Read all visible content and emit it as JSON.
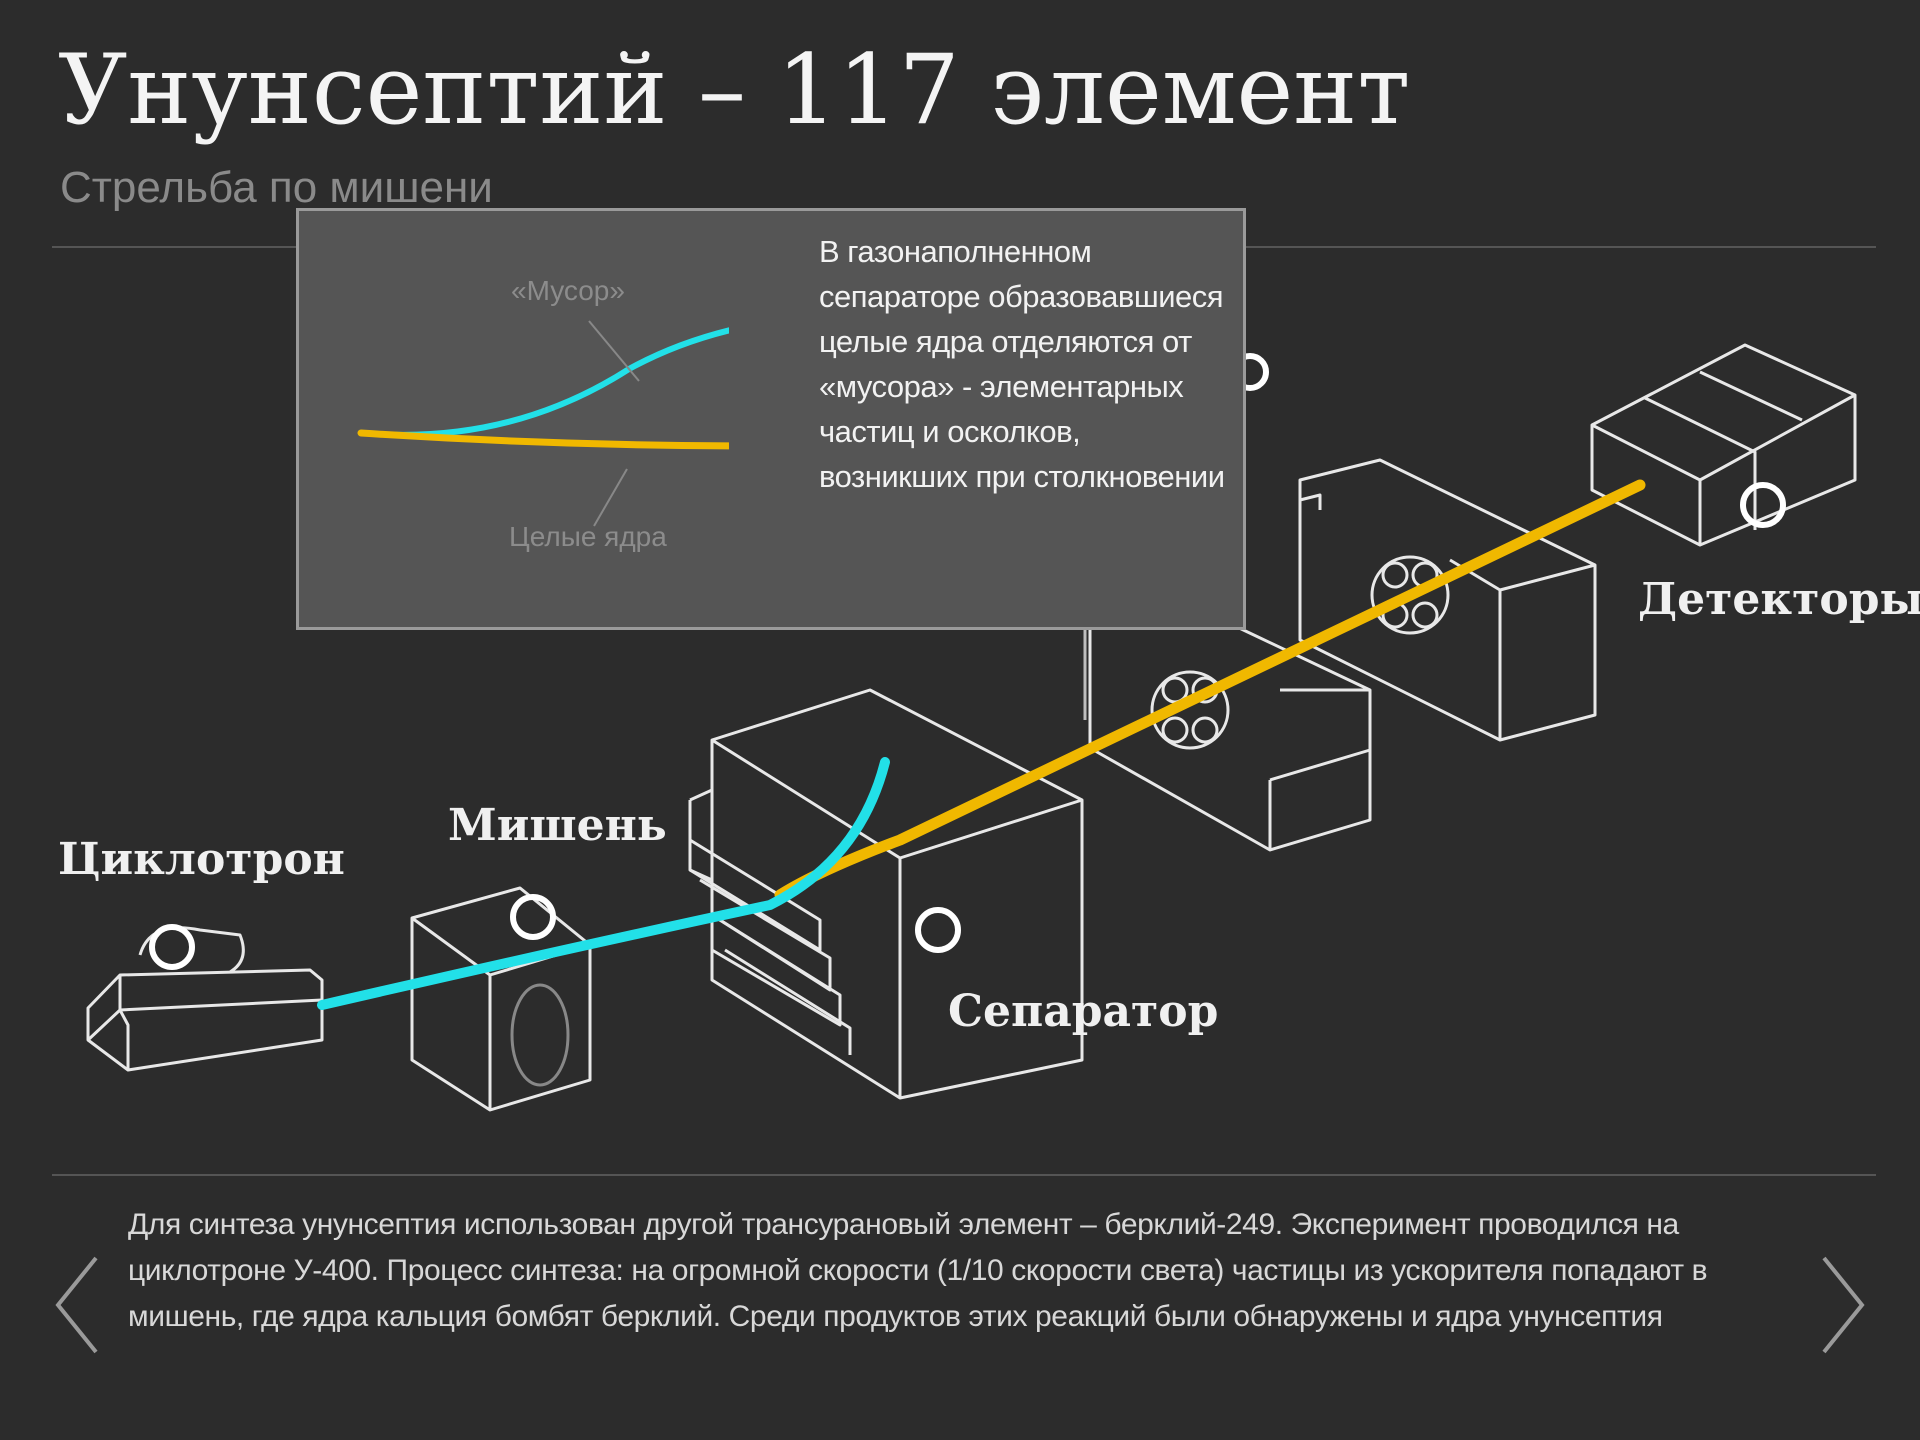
{
  "header": {
    "title": "Унунсептий – 117 элемент",
    "subtitle": "Стрельба по мишени"
  },
  "labels": {
    "cyclotron": "Циклотрон",
    "target": "Мишень",
    "separator": "Сепаратор",
    "detectors": "Детекторы"
  },
  "popup": {
    "text": "В газонаполненном сепараторе образовавшиеся целые ядра отделяются от «мусора» - элементарных частиц и осколков, возникших при столкновении",
    "debris_label": "«Мусор»",
    "nuclei_label": "Целые ядра"
  },
  "description": "Для синтеза унунсептия использован другой трансурановый элемент – берклий-249. Эксперимент проводился на циклотроне У-400. Процесс синтеза: на огромной скорости (1/10 скорости света) частицы из ускорителя попадают в мишень, где ядра кальция бомбят берклий. Среди продуктов этих реакций были обнаружены и ядра унунсептия",
  "colors": {
    "background": "#2c2c2c",
    "beam_cyan": "#22e0e8",
    "beam_yellow": "#f0b800",
    "outline": "#e8e8e8",
    "popup_bg": "#555555"
  },
  "icons": [
    "info-marker-icon",
    "chevron-left-icon",
    "chevron-right-icon"
  ]
}
